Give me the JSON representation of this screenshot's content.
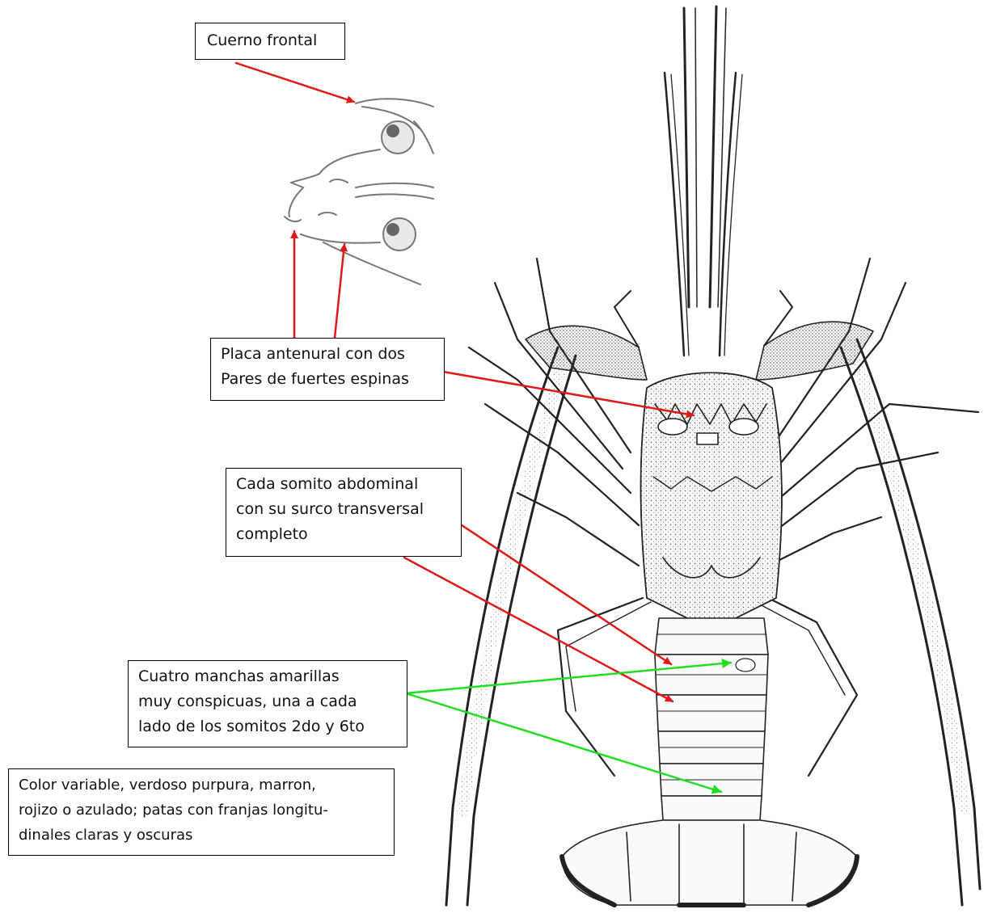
{
  "labels": {
    "cuerno": {
      "lines": [
        "Cuerno frontal"
      ]
    },
    "placa": {
      "lines": [
        "Placa antenural con dos",
        "Pares de fuertes espinas"
      ]
    },
    "somito": {
      "lines": [
        "Cada somito abdominal",
        "con su surco transversal",
        "completo"
      ]
    },
    "manchas": {
      "lines": [
        "Cuatro manchas amarillas",
        "muy conspicuas, una a cada",
        "lado de los somitos 2do  y 6to"
      ]
    },
    "color": {
      "lines": [
        "Color variable, verdoso purpura, marron,",
        "rojizo o azulado; patas con franjas longitu-",
        "dinales claras y oscuras"
      ]
    }
  },
  "colors": {
    "arrow_red": "#e01818",
    "arrow_green": "#22dd22",
    "ink": "#222222",
    "label_border": "#000000"
  },
  "illustrations": [
    "frontal-head-detail",
    "spiny-lobster-dorsal-view"
  ]
}
